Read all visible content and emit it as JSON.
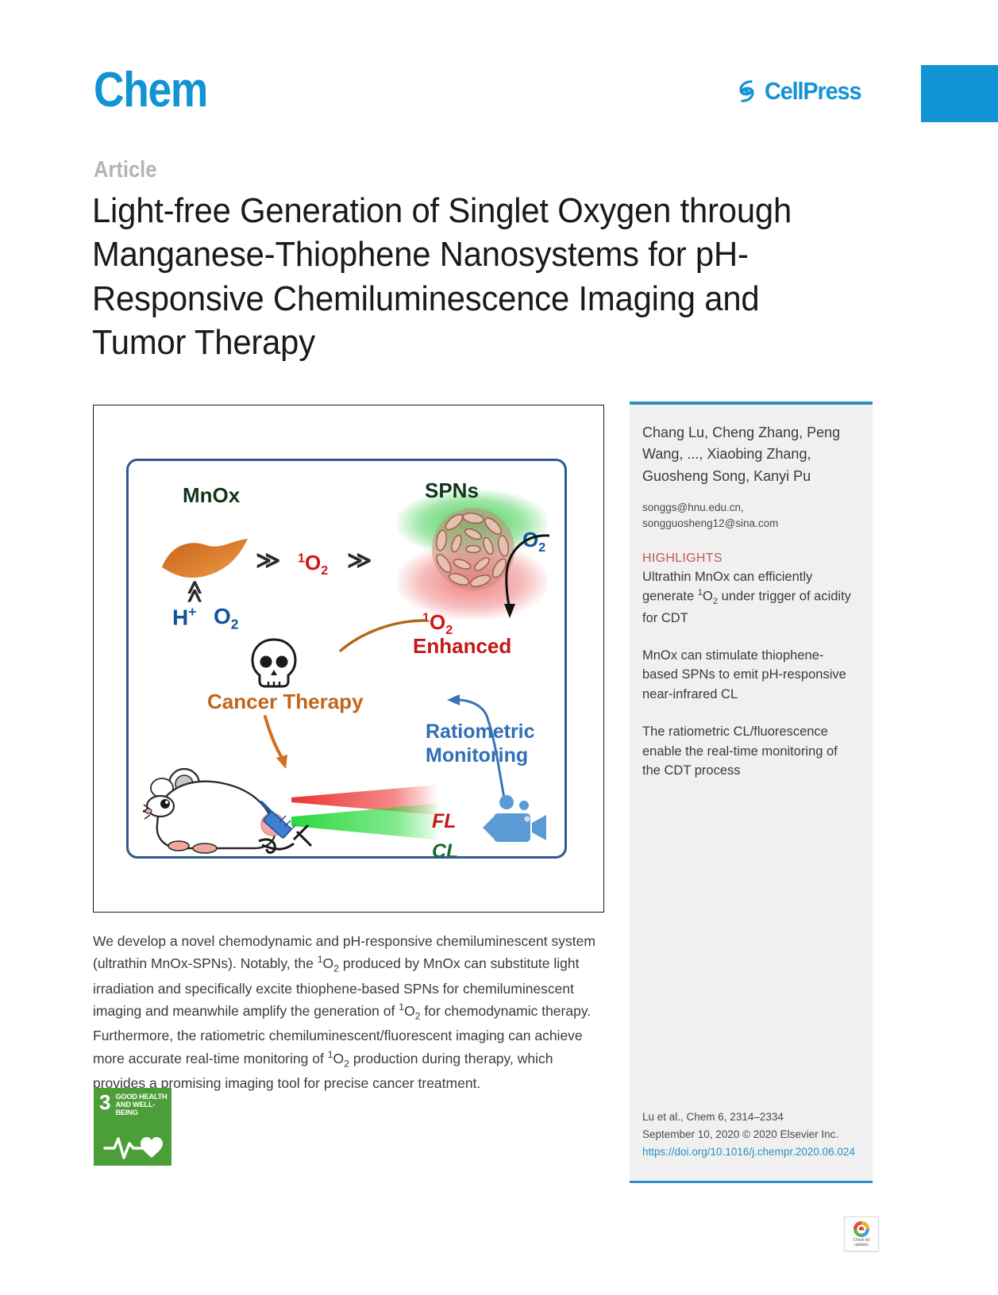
{
  "header": {
    "journal": "Chem",
    "publisher": "CellPress",
    "publisher_mark_icon": "cellpress-swirl-icon",
    "accent_color": "#1193d4"
  },
  "article": {
    "kicker": "Article",
    "title": "Light-free Generation of Singlet Oxygen through Manganese-Thiophene Nanosystems for pH-Responsive Chemiluminescence Imaging and Tumor Therapy"
  },
  "graphical_abstract": {
    "labels": {
      "mnox": "MnOx",
      "spns": "SPNs",
      "o2_top_right": "O",
      "o2_top_right_sub": "2",
      "singlet_o2_center_sup": "1",
      "singlet_o2_center": "O",
      "singlet_o2_center_sub": "2",
      "h_plus": "H",
      "h_plus_sup": "+",
      "o2_bottom": "O",
      "o2_bottom_sub": "2",
      "singlet_o2_right_sup": "1",
      "singlet_o2_right": "O",
      "singlet_o2_right_sub": "2",
      "enhanced": "Enhanced",
      "cancer_therapy": "Cancer Therapy",
      "ratiometric": "Ratiometric",
      "monitoring": "Monitoring",
      "fl": "FL",
      "cl": "CL",
      "chevron": "≫",
      "chevron_up": "≫"
    },
    "icons": {
      "nanosheet": "manganese-oxide-nanosheet-icon",
      "nanoparticle": "spn-nanoparticle-icon",
      "skull": "skull-icon",
      "mouse": "tumor-mouse-icon",
      "syringe": "syringe-icon",
      "camera": "camera-icon"
    },
    "colors": {
      "green_label": "#12361b",
      "blue_label": "#14539a",
      "red_label": "#d41414",
      "orange_label": "#c0651a",
      "ratio_blue": "#2f6fb5",
      "border": "#2e5a8e"
    }
  },
  "abstract": {
    "line1": "We develop a novel chemodynamic and pH-responsive chemiluminescent system",
    "line2_a": "(ultrathin MnOx-SPNs). Notably, the ",
    "sup1": "1",
    "o": "O",
    "sub2": "2",
    "line2_b": " produced by MnOx can substitute light",
    "line3": "irradiation and specifically excite thiophene-based SPNs for chemiluminescent",
    "line4_a": "imaging and meanwhile amplify the generation of ",
    "line4_b": " for chemodynamic therapy.",
    "line5": "Furthermore, the ratiometric chemiluminescent/fluorescent imaging can achieve",
    "line6_a": "more accurate real-time monitoring of ",
    "line6_b": " production during therapy, which",
    "line7": "provides a promising imaging tool for precise cancer treatment."
  },
  "sdg": {
    "number": "3",
    "line1": "GOOD HEALTH",
    "line2": "AND WELL-BEING",
    "color": "#4c9f38",
    "icon": "heartbeat-heart-icon"
  },
  "sidebar": {
    "authors": "Chang Lu, Cheng Zhang, Peng Wang, ..., Xiaobing Zhang, Guosheng Song, Kanyi Pu",
    "email1": "songgs@hnu.edu.cn,",
    "email2": "songguosheng12@sina.com",
    "highlights_heading": "HIGHLIGHTS",
    "highlights_heading_color": "#c4545e",
    "highlights": [
      {
        "text_a": "Ultrathin MnOx can efficiently generate ",
        "sup": "1",
        "o": "O",
        "sub": "2",
        "text_b": " under trigger of acidity for CDT"
      },
      {
        "text_a": "MnOx can stimulate thiophene-based SPNs to emit pH-responsive near-infrared CL",
        "sup": "",
        "o": "",
        "sub": "",
        "text_b": ""
      },
      {
        "text_a": "The ratiometric CL/fluorescence enable the real-time monitoring of the CDT process",
        "sup": "",
        "o": "",
        "sub": "",
        "text_b": ""
      }
    ],
    "citation_line1": "Lu et al., Chem 6, 2314–2334",
    "citation_line2": "September 10, 2020 © 2020 Elsevier Inc.",
    "doi": "https://doi.org/10.1016/j.chempr.2020.06.024",
    "rule_color": "#2a8fc4",
    "background": "#f0f0f0"
  },
  "check_for_updates": {
    "label_line1": "Check for",
    "label_line2": "updates",
    "icon": "crossmark-check-for-updates-icon"
  }
}
